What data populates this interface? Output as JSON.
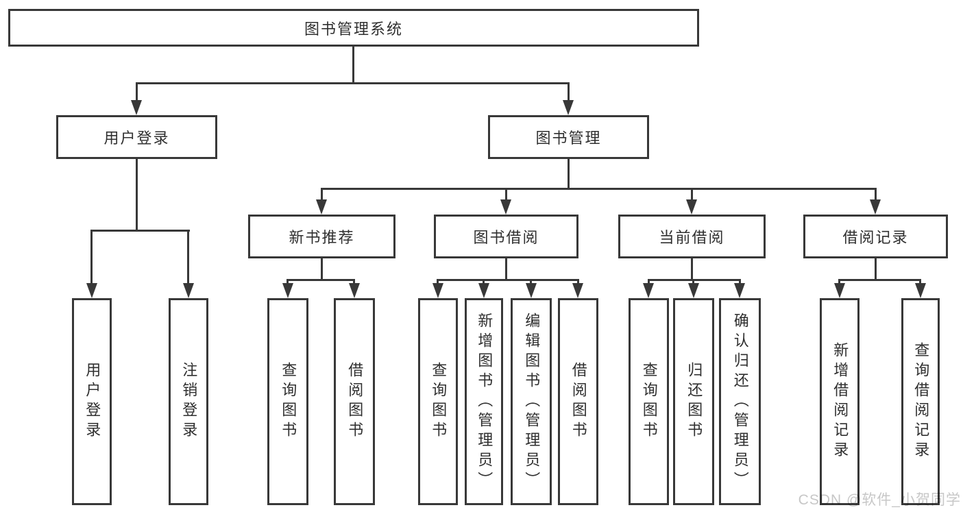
{
  "diagram": {
    "title": "图书管理系统",
    "root": {
      "label": "图书管理系统"
    },
    "level2": [
      {
        "id": "user-login",
        "label": "用户登录"
      },
      {
        "id": "book-management",
        "label": "图书管理"
      }
    ],
    "level3": [
      {
        "id": "new-book-recommend",
        "label": "新书推荐",
        "parent": "book-management"
      },
      {
        "id": "book-borrow",
        "label": "图书借阅",
        "parent": "book-management"
      },
      {
        "id": "current-borrow",
        "label": "当前借阅",
        "parent": "book-management"
      },
      {
        "id": "borrow-records",
        "label": "借阅记录",
        "parent": "book-management"
      }
    ],
    "leaves": [
      {
        "label": "用户登录",
        "parent": "user-login"
      },
      {
        "label": "注销登录",
        "parent": "user-login"
      },
      {
        "label": "查询图书",
        "parent": "new-book-recommend"
      },
      {
        "label": "借阅图书",
        "parent": "new-book-recommend"
      },
      {
        "label": "查询图书",
        "parent": "book-borrow"
      },
      {
        "label": "新增图书（管理员）",
        "parent": "book-borrow"
      },
      {
        "label": "编辑图书（管理员）",
        "parent": "book-borrow"
      },
      {
        "label": "借阅图书",
        "parent": "book-borrow"
      },
      {
        "label": "查询图书",
        "parent": "current-borrow"
      },
      {
        "label": "归还图书",
        "parent": "current-borrow"
      },
      {
        "label": "确认归还（管理员）",
        "parent": "current-borrow"
      },
      {
        "label": "新增借阅记录",
        "parent": "borrow-records"
      },
      {
        "label": "查询借阅记录",
        "parent": "borrow-records"
      }
    ]
  },
  "watermark": {
    "text": "CSDN @软件_小贺同学"
  },
  "colors": {
    "line": "#383838",
    "text": "#2f2f2f",
    "background": "#ffffff",
    "watermark": "#c7c7c7"
  }
}
